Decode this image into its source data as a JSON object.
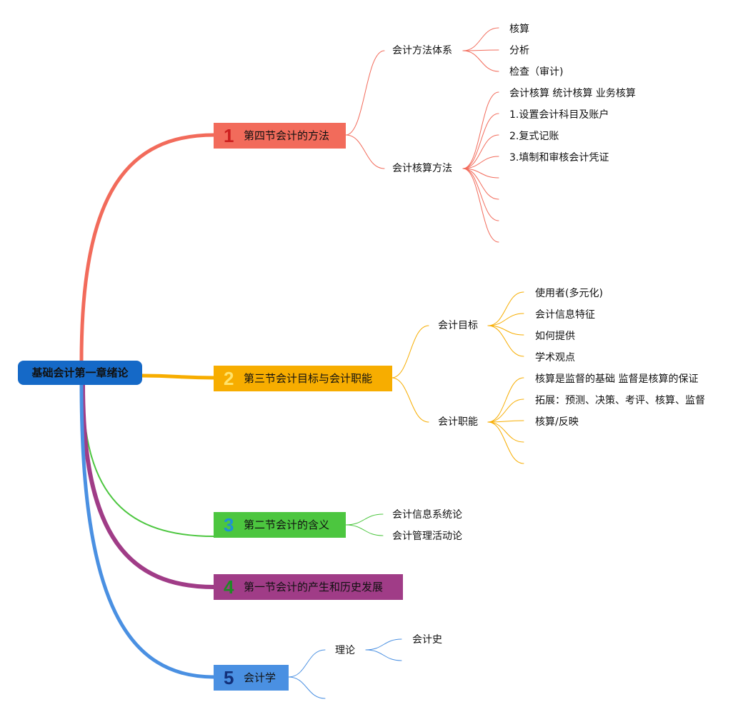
{
  "root": {
    "label": "基础会计第一章绪论",
    "color": "#1569c7"
  },
  "branches": [
    {
      "badge": "1",
      "label": "第四节会计的方法",
      "color": "#f26b5b",
      "badge_color": "#cc1f1f",
      "groups": [
        {
          "label": "会计方法体系",
          "leaves": [
            "核算",
            "分析",
            "检查（审计)"
          ]
        },
        {
          "label": "会计核算方法",
          "leaves": [
            "会计核算 统计核算 业务核算",
            "1.设置会计科目及账户",
            "2.复式记账",
            "3.填制和审核会计凭证",
            "",
            "",
            "",
            ""
          ]
        }
      ]
    },
    {
      "badge": "2",
      "label": "第三节会计目标与会计职能",
      "color": "#f7ad00",
      "badge_color": "#ffe36b",
      "groups": [
        {
          "label": "会计目标",
          "leaves": [
            "使用者(多元化)",
            "会计信息特征",
            "如何提供",
            "学术观点"
          ]
        },
        {
          "label": "会计职能",
          "leaves": [
            "核算是监督的基础 监督是核算的保证",
            "拓展：预测、决策、考评、核算、监督",
            "核算/反映",
            "",
            ""
          ]
        }
      ]
    },
    {
      "badge": "3",
      "label": "第二节会计的含义",
      "color": "#4cc63f",
      "badge_color": "#1f8fd6",
      "groups": [
        {
          "label": "会计信息系统论",
          "leaves": []
        },
        {
          "label": "会计管理活动论",
          "leaves": []
        }
      ]
    },
    {
      "badge": "4",
      "label": "第一节会计的产生和历史发展",
      "color": "#a03c87",
      "badge_color": "#1e8a24",
      "groups": []
    },
    {
      "badge": "5",
      "label": "会计学",
      "color": "#4a90e2",
      "badge_color": "#12307a",
      "groups": [
        {
          "label": "理论",
          "leaves": [
            "会计史",
            ""
          ]
        },
        {
          "label": "",
          "leaves": []
        }
      ]
    }
  ]
}
